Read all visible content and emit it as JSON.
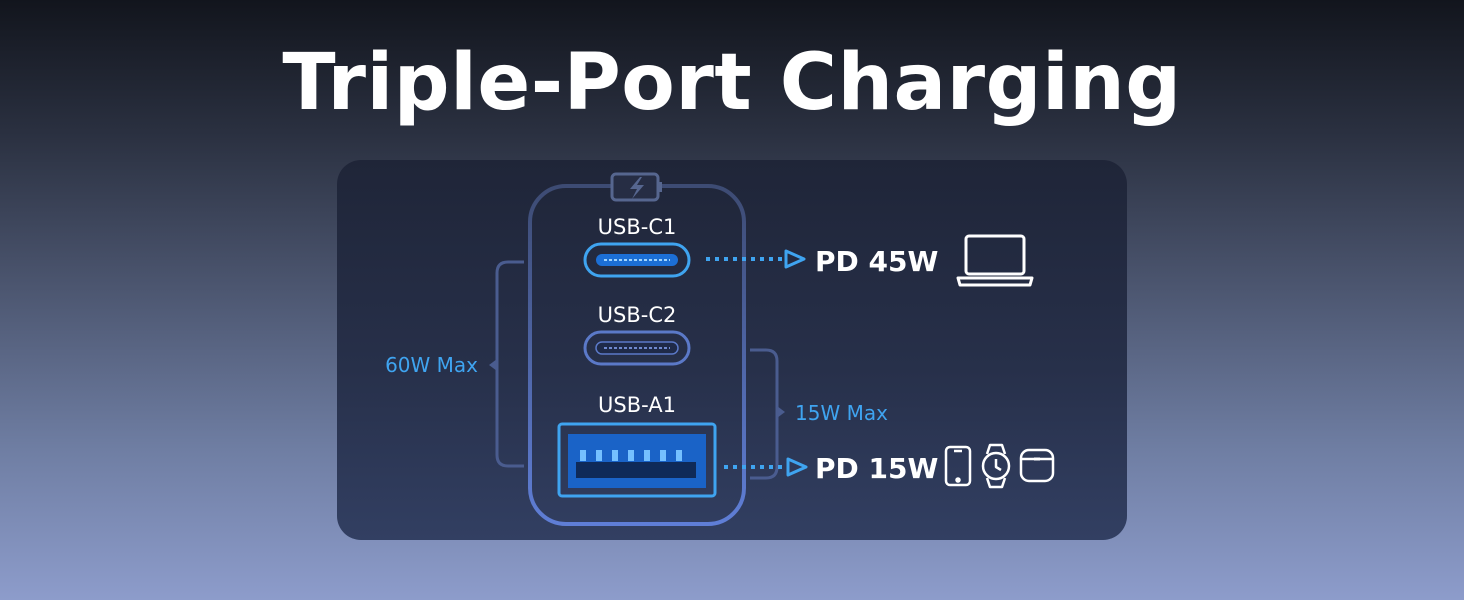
{
  "title": "Triple-Port Charging",
  "ports": {
    "c1": "USB-C1",
    "c2": "USB-C2",
    "a1": "USB-A1"
  },
  "limits": {
    "total": "60W Max",
    "shared": "15W Max"
  },
  "outputs": {
    "c1": "PD 45W",
    "a1": "PD 15W"
  },
  "icons": {
    "charger": "battery-charging-icon",
    "laptop": "laptop-icon",
    "phone": "phone-icon",
    "watch": "watch-icon",
    "earbuds": "earbuds-case-icon"
  },
  "colors": {
    "accent": "#3fa4f0",
    "outline": "#5b79c8",
    "text": "#ffffff"
  }
}
